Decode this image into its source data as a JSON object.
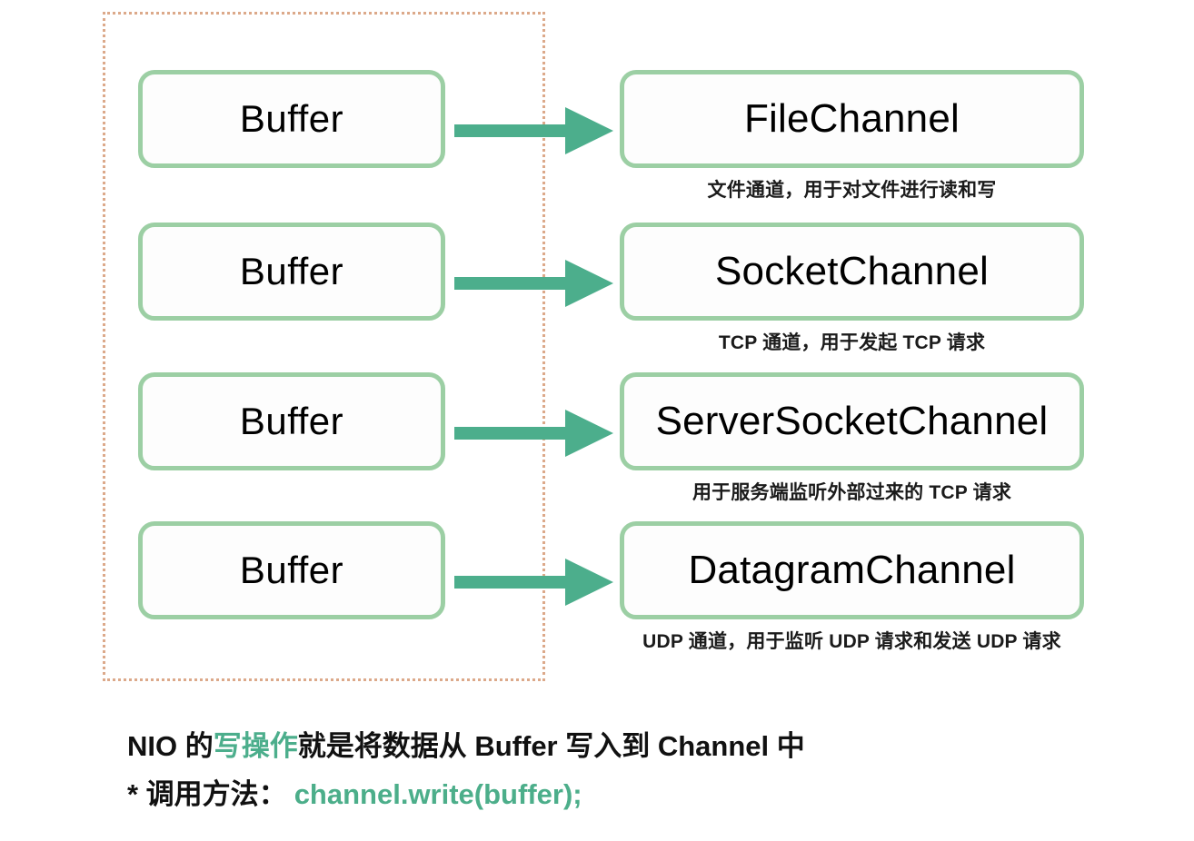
{
  "diagram": {
    "title": "NIO write operation: Buffer to Channel",
    "colors": {
      "box_border": "#9ccfa4",
      "arrow": "#4cae8c",
      "group_dotted": "#dca98a",
      "accent_text": "#4cae8c",
      "body_text": "#111111"
    },
    "group_region_label": "buffer-group-region",
    "rows": [
      {
        "source_label": "Buffer",
        "arrow_label": "write-arrow",
        "target_label": "FileChannel",
        "caption": "文件通道，用于对文件进行读和写"
      },
      {
        "source_label": "Buffer",
        "arrow_label": "write-arrow",
        "target_label": "SocketChannel",
        "caption": "TCP 通道，用于发起 TCP 请求"
      },
      {
        "source_label": "Buffer",
        "arrow_label": "write-arrow",
        "target_label": "ServerSocketChannel",
        "caption": "用于服务端监听外部过来的 TCP 请求"
      },
      {
        "source_label": "Buffer",
        "arrow_label": "write-arrow",
        "target_label": "DatagramChannel",
        "caption": "UDP 通道，用于监听 UDP 请求和发送 UDP 请求"
      }
    ],
    "summary": {
      "line1_part1": "NIO 的",
      "line1_accent": "写操作",
      "line1_part2": "就是将数据从 Buffer 写入到 Channel 中",
      "line2_prefix": "* 调用方法：",
      "line2_code": "channel.write(buffer);"
    }
  }
}
